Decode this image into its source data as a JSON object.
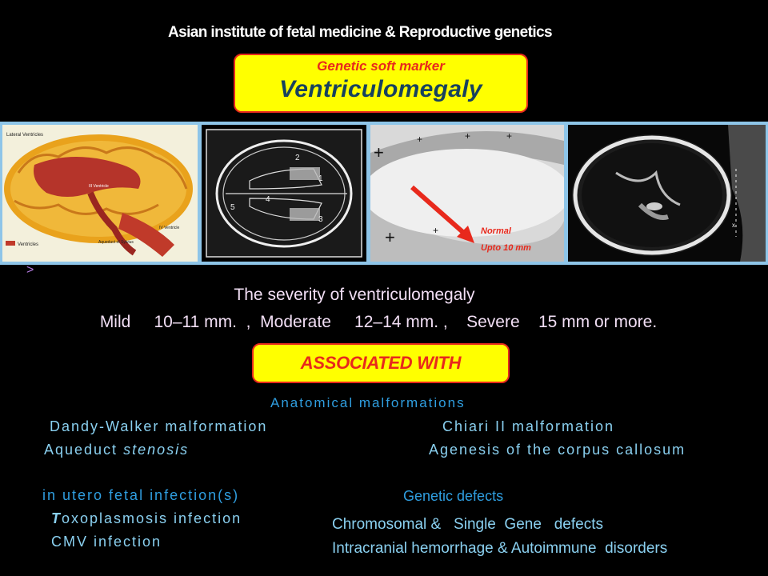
{
  "header": {
    "title": "Asian institute of fetal medicine  &  Reproductive genetics"
  },
  "marker_box": {
    "subtitle": "Genetic soft marker",
    "title": "Ventriculomegaly"
  },
  "images": {
    "brain_labels": {
      "lateral": "Lateral Ventricles",
      "third": "III Ventricle",
      "fourth": "IV Ventricle",
      "aqueduct": "Aqueduct of Sylvius",
      "legend": "Ventricles"
    },
    "diagram_numbers": [
      "1",
      "2",
      "3",
      "4",
      "5"
    ],
    "ultrasound_annotation": {
      "line1": "Normal",
      "line2": "Upto 10 mm"
    },
    "ultrasound_marker": "x"
  },
  "arrow_mark": ">",
  "severity": {
    "title": "The severity of ventriculomegaly",
    "detail": "Mild     10–11 mm.  ,  Moderate     12–14 mm. ,    Severe    15 mm or more."
  },
  "associated": {
    "label": "ASSOCIATED  WITH"
  },
  "anatomical": {
    "heading": "Anatomical malformations",
    "items": {
      "dandy": "Dandy-Walker malformation",
      "chiari": "Chiari II malformation",
      "aqueduct_prefix": "Aqueduct ",
      "aqueduct_italic": "stenosis",
      "agenesis": "Agenesis of the corpus callosum"
    }
  },
  "infections": {
    "heading": "in utero fetal infection(s)",
    "toxo_first": "T",
    "toxo_rest": "oxoplasmosis infection",
    "cmv": "CMV infection"
  },
  "genetic": {
    "heading": "Genetic defects",
    "chromosomal": "Chromosomal &   Single  Gene   defects",
    "intracranial": "Intracranial hemorrhage & Autoimmune  disorders"
  },
  "colors": {
    "accent_red": "#e8291c",
    "highlight_yellow": "#ffff00",
    "heading_blue": "#2f9ee0",
    "body_cyan": "#8ad0f0",
    "severity_text": "#f2dff5"
  }
}
